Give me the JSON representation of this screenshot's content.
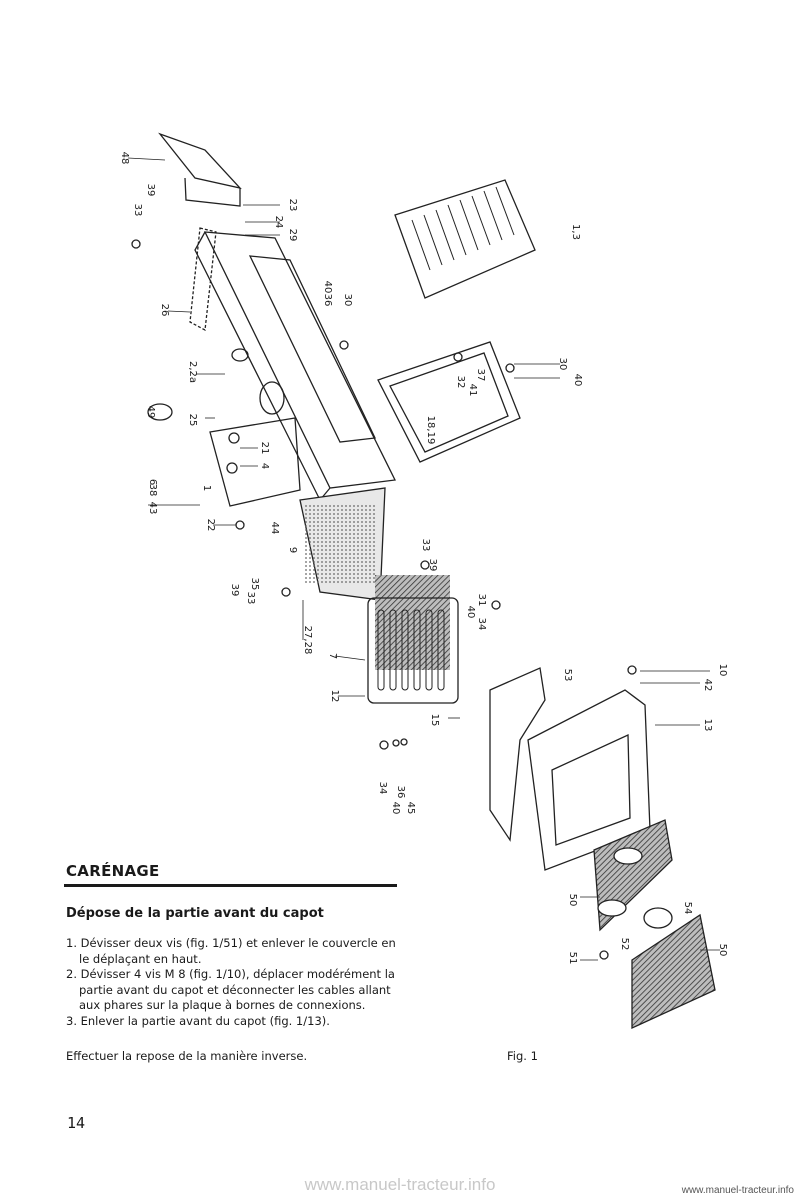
{
  "section_title": "CARÉNAGE",
  "subsection_title": "Dépose de la partie avant du capot",
  "steps": [
    "1. Dévisser deux vis (fig. 1/51) et enlever le couvercle en le déplaçant en haut.",
    "2. Dévisser 4 vis M 8 (fig. 1/10), déplacer modérément la partie avant du capot et déconnecter les cables allant aux phares sur la plaque à bornes de connexions.",
    "3. Enlever la partie avant du capot (fig. 1/13)."
  ],
  "closing": "Effectuer la repose de la manière inverse.",
  "figure_caption": "Fig. 1",
  "page_number": "14",
  "watermark_center": "www.manuel-tracteur.info",
  "watermark_right": "www.manuel-tracteur.info",
  "diagram": {
    "part_labels": [
      "48",
      "33",
      "39",
      "23",
      "24",
      "29",
      "26",
      "2,2a",
      "49",
      "25",
      "21",
      "4",
      "6",
      "38",
      "1",
      "43",
      "22",
      "44",
      "9",
      "36",
      "40",
      "30",
      "32",
      "41",
      "37",
      "18,19",
      "30",
      "40",
      "33",
      "39",
      "35",
      "39",
      "33",
      "27,28",
      "7",
      "12",
      "40",
      "34",
      "31",
      "15",
      "53",
      "10",
      "42",
      "13",
      "34",
      "40",
      "36",
      "45",
      "50",
      "54",
      "52",
      "51",
      "50",
      "1,3"
    ]
  }
}
